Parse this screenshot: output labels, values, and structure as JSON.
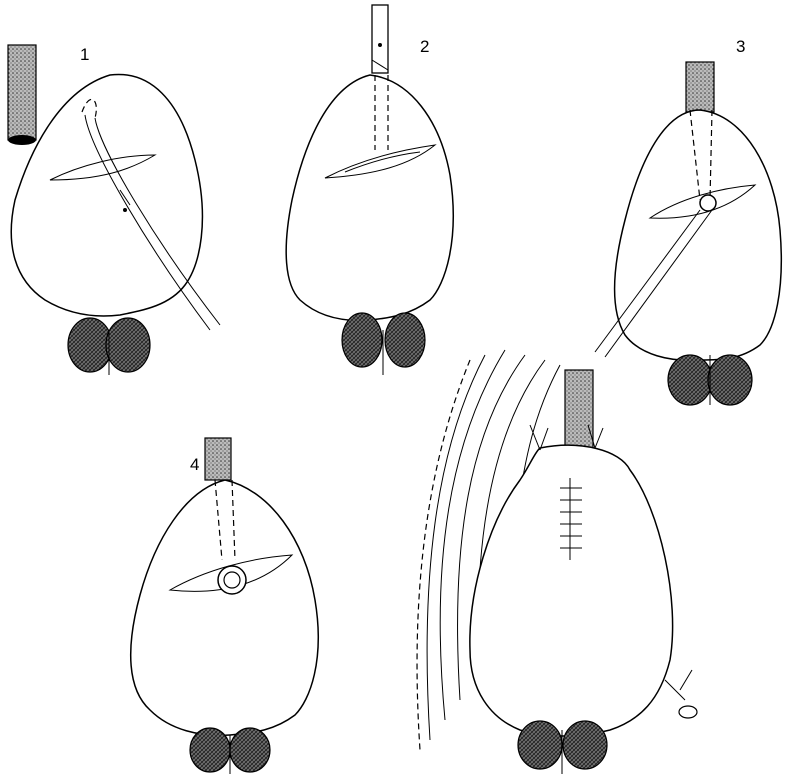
{
  "panels": [
    {
      "label": "1"
    },
    {
      "label": "2"
    },
    {
      "label": "3"
    },
    {
      "label": "4"
    },
    {
      "label": ""
    }
  ],
  "colors": {
    "line": "#000000",
    "background": "#ffffff",
    "shading": "#555555"
  }
}
